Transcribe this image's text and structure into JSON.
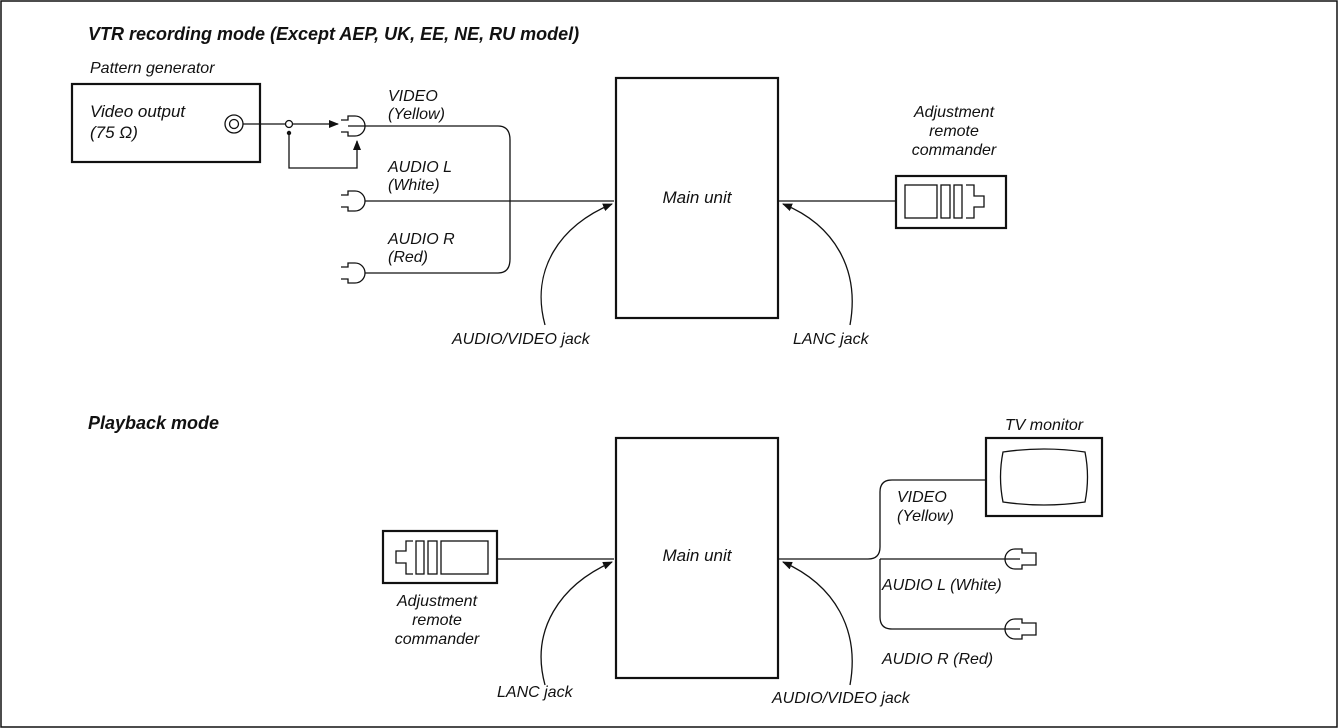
{
  "section1": {
    "heading": "VTR recording mode (Except AEP, UK, EE, NE, RU model)",
    "pattern_generator": {
      "title": "Pattern generator",
      "output_line1": "Video output",
      "output_line2": "(75 Ω)"
    },
    "plugs": {
      "video_line1": "VIDEO",
      "video_line2": "(Yellow)",
      "audio_l_line1": "AUDIO L",
      "audio_l_line2": "(White)",
      "audio_r_line1": "AUDIO R",
      "audio_r_line2": "(Red)"
    },
    "main_unit": "Main unit",
    "remote": {
      "line1": "Adjustment",
      "line2": "remote",
      "line3": "commander"
    },
    "av_jack": "AUDIO/VIDEO jack",
    "lanc_jack": "LANC jack"
  },
  "section2": {
    "heading": "Playback mode",
    "main_unit": "Main unit",
    "remote": {
      "line1": "Adjustment",
      "line2": "remote",
      "line3": "commander"
    },
    "tv_monitor": "TV monitor",
    "plugs": {
      "video_line1": "VIDEO",
      "video_line2": "(Yellow)",
      "audio_l": "AUDIO L (White)",
      "audio_r": "AUDIO R (Red)"
    },
    "lanc_jack": "LANC jack",
    "av_jack": "AUDIO/VIDEO jack"
  }
}
